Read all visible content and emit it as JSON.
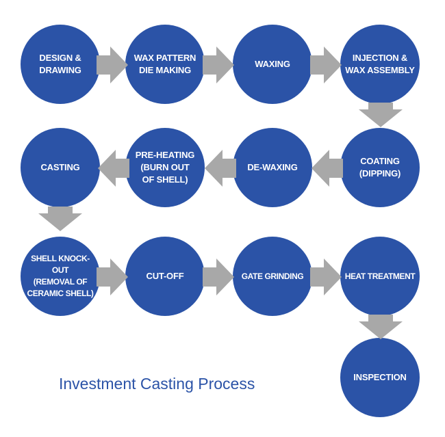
{
  "title": "Investment Casting Process",
  "colors": {
    "circle": "#2b53a7",
    "arrow": "#a8a8a8",
    "label": "#ffffff",
    "title": "#2b53a7"
  },
  "steps": [
    {
      "label": "DESIGN &\nDRAWING"
    },
    {
      "label": "WAX PATTERN\nDIE MAKING"
    },
    {
      "label": "WAXING"
    },
    {
      "label": "INJECTION &\nWAX ASSEMBLY"
    },
    {
      "label": "COATING\n(DIPPING)"
    },
    {
      "label": "DE-WAXING"
    },
    {
      "label": "PRE-HEATING\n(BURN OUT\nOF SHELL)"
    },
    {
      "label": "CASTING"
    },
    {
      "label": "SHELL KNOCK-OUT\n(REMOVAL OF\nCERAMIC SHELL)"
    },
    {
      "label": "CUT-OFF"
    },
    {
      "label": "GATE GRINDING"
    },
    {
      "label": "HEAT TREATMENT"
    },
    {
      "label": "INSPECTION"
    }
  ]
}
